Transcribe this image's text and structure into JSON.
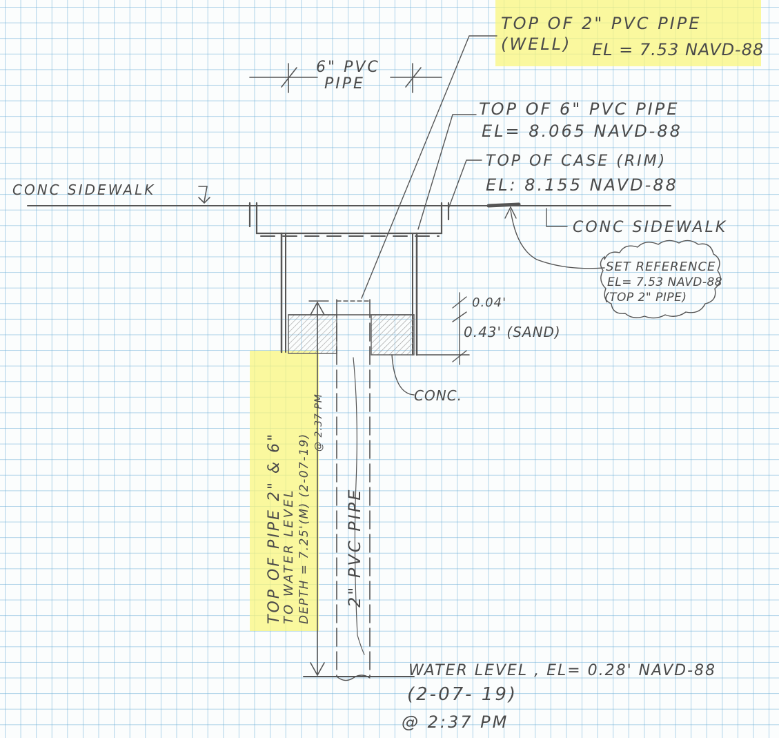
{
  "labels": {
    "pvc6_top": "6\" PVC",
    "pvc6_bottom": "PIPE",
    "top2_line1": "TOP OF 2\" PVC PIPE",
    "top2_line2": "(WELL)",
    "top2_line2b": "EL = 7.53 NAVD-88",
    "top6_line1": "TOP OF 6\" PVC PIPE",
    "top6_line2": "EL= 8.065  NAVD-88",
    "case_line1": "TOP OF CASE (RIM)",
    "case_line2": "EL: 8.155  NAVD-88",
    "sidewalk_left": "CONC SIDEWALK",
    "sidewalk_right": "CONC SIDEWALK",
    "ref_line1": "SET REFERENCE",
    "ref_line2": "EL= 7.53 NAVD-88",
    "ref_line3": "(TOP 2\" PIPE)",
    "dim_004": "0.04'",
    "dim_043": "0.43' (SAND)",
    "conc": "CONC.",
    "depth_line1": "TOP OF PIPE 2\" & 6\"",
    "depth_line2": "TO WATER LEVEL",
    "depth_line3": "DEPTH = 7.25'(M) (2-07-19)",
    "depth_line4": "@ 2:37 PM",
    "pipe2": "2\" PVC PIPE",
    "water_line1": "WATER LEVEL , EL= 0.28' NAVD-88",
    "water_line2": "(2-07- 19)",
    "water_line3": "@ 2:37 PM"
  },
  "colors": {
    "highlight": "#faf578",
    "ink": "#4a4a4a",
    "grid": "#6eafd7"
  }
}
